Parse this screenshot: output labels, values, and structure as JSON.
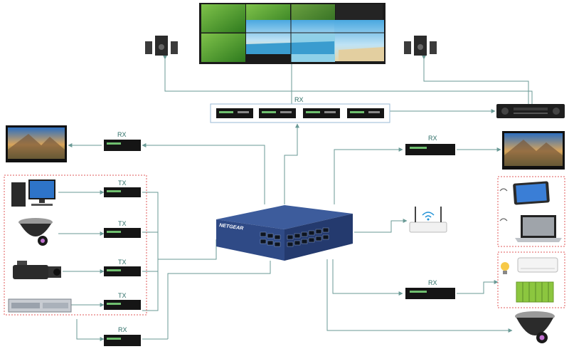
{
  "labels": {
    "rx_top": "RX",
    "rx_left": "RX",
    "rx_right_top": "RX",
    "rx_right_bottom": "RX",
    "rx_bottom": "RX",
    "tx": [
      "TX",
      "TX",
      "TX",
      "TX"
    ]
  },
  "switch": {
    "brand": "NETGEAR"
  },
  "colors": {
    "wire": "#6a9a96",
    "label": "#2f6f68",
    "group_border": "#e05a5a",
    "switch_body": "#2f4a86"
  },
  "devices": {
    "sources": [
      "desktop-computer",
      "dome-camera",
      "camcorder",
      "server"
    ],
    "displays": [
      "video-wall",
      "tv-left",
      "tv-right"
    ],
    "audio": [
      "speaker-left",
      "speaker-right",
      "av-receiver"
    ],
    "endpoints": [
      "wifi-router",
      "tablet",
      "laptop",
      "smart-bulb",
      "air-conditioner",
      "battery-pack",
      "dome-camera-bottom"
    ]
  }
}
